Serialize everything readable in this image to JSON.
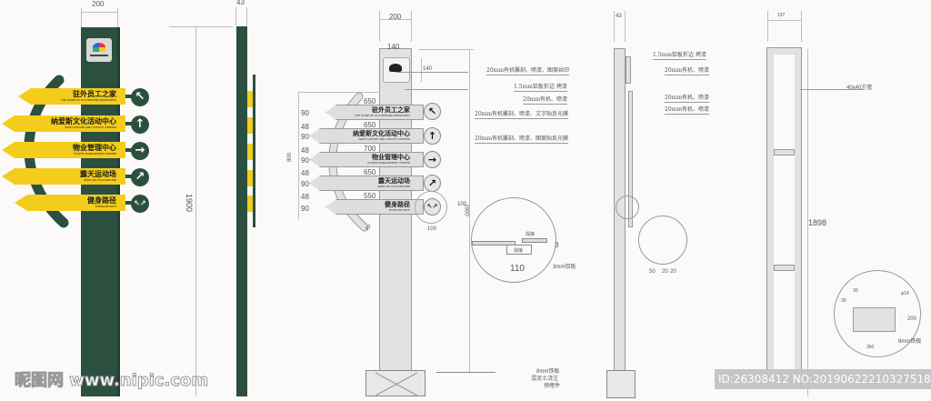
{
  "color_view": {
    "width_dim": "200",
    "signs": [
      {
        "cn": "驻外员工之家",
        "en": "THE HOME OF OUT-SERVING EMPLOYEES",
        "arrow": "↖",
        "icon": "arrow-up-left-icon"
      },
      {
        "cn": "纳爱斯文化活动中心",
        "en": "NICE CULTURE AND ACTIVITY CENTER",
        "arrow": "↑",
        "icon": "arrow-up-icon"
      },
      {
        "cn": "物业管理中心",
        "en": "ESTATE MANAGEMENT CENTER",
        "arrow": "→",
        "icon": "arrow-right-icon"
      },
      {
        "cn": "露天运动场",
        "en": "OPEN AIR PLAYGROUND",
        "arrow": "↗",
        "icon": "arrow-up-right-icon"
      },
      {
        "cn": "健身路径",
        "en": "EXERCISE PATH",
        "arrow": "↖↗",
        "icon": "arrows-diverge-icon"
      }
    ],
    "colors": {
      "green": "#2c5040",
      "yellow": "#f3cc1c"
    }
  },
  "side_color_view": {
    "height_dim": "1900",
    "depth_dim": "43"
  },
  "line_view": {
    "width_dim": "200",
    "logo_w": "140",
    "logo_h": "140",
    "height_dim": "800",
    "pole_height": "1900",
    "arc_w": "47",
    "circle_w": "100",
    "circle_h": "100",
    "sign_widths": [
      "650",
      "650",
      "700",
      "650",
      "550"
    ],
    "sign_h": [
      "90",
      "90",
      "90",
      "90",
      "90"
    ],
    "gaps": [
      "48",
      "48",
      "48",
      "48"
    ],
    "notes": [
      "20mm有机雕刻、喷漆、图案丝印",
      "1.5mm铝板折边 烤漆",
      "20mm有机、喷漆",
      "20mm有机雕刻、喷漆、文字贴反光膜",
      "20mm有机雕刻、喷漆、图案贴反光膜"
    ],
    "detail": {
      "weld_top": "焊接",
      "weld_bottom": "焊接",
      "thick": "3",
      "plate": "3mm铝板",
      "width": "110"
    },
    "base_note": [
      "8mm铁板",
      "混泥土浇注",
      "预埋件"
    ]
  },
  "side_line_view": {
    "depth_dim": "43",
    "notes": [
      "1.5mm铝板折边 烤漆",
      "20mm有机、喷漆",
      "20mm有机、喷漆",
      "20mm有机、喷漆"
    ],
    "detail_dims": [
      "50",
      "20",
      "20"
    ]
  },
  "frame_view": {
    "width_dim": "197",
    "tube_note": "40x40方管",
    "height_dim": "1898",
    "plate": {
      "hole_dims": [
        "30",
        "30"
      ],
      "hole_dia": "φ14",
      "h": "200",
      "w": "360",
      "material": "8mm铁板"
    }
  },
  "watermark": {
    "site": "昵图网 www.nipic.com",
    "id": "ID:26308412 NO:20190622210327518081"
  }
}
